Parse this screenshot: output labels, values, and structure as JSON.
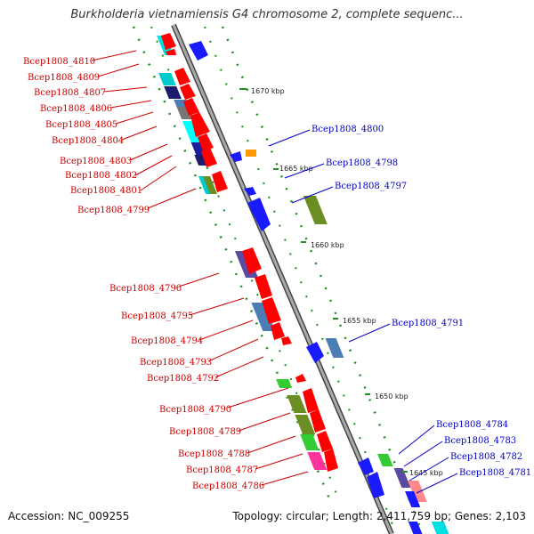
{
  "header": {
    "title": "Burkholderia vietnamiensis G4 chromosome 2, complete sequenc..."
  },
  "footer": {
    "accession": "Accession: NC_009255",
    "summary": "Topology: circular; Length: 2,411,759 bp; Genes: 2,103"
  },
  "scale_labels": [
    "1670 kbp",
    "1665 kbp",
    "1660 kbp",
    "1655 kbp",
    "1650 kbp",
    "1645 kbp"
  ],
  "genes_left": [
    "Bcep1808_4810",
    "Bcep1808_4809",
    "Bcep1808_4807",
    "Bcep1808_4806",
    "Bcep1808_4805",
    "Bcep1808_4804",
    "Bcep1808_4803",
    "Bcep1808_4802",
    "Bcep1808_4801",
    "Bcep1808_4799",
    "Bcep1808_4796",
    "Bcep1808_4795",
    "Bcep1808_4794",
    "Bcep1808_4793",
    "Bcep1808_4792",
    "Bcep1808_4790",
    "Bcep1808_4789",
    "Bcep1808_4788",
    "Bcep1808_4787",
    "Bcep1808_4786"
  ],
  "genes_right": [
    "Bcep1808_4800",
    "Bcep1808_4798",
    "Bcep1808_4797",
    "Bcep1808_4791",
    "Bcep1808_4784",
    "Bcep1808_4783",
    "Bcep1808_4782",
    "Bcep1808_4781"
  ],
  "colors": {
    "forward_strand": "#ff0000",
    "reverse_strand": "#1a1aff",
    "backbone": "#888888",
    "tick": "#228b22",
    "label_left": "#cc0000",
    "label_right": "#0000cc",
    "cog_green": "#6b8e23",
    "cog_navy": "#1c1c6e",
    "cog_cyan": "#00e0e0",
    "cog_purple": "#5a4aa0",
    "cog_steel": "#4a7eb5",
    "cog_orange": "#ff9900",
    "cog_lime": "#33cc33",
    "cog_pink": "#ff3399",
    "cog_grey": "#777777",
    "cog_salmon": "#ff8888"
  }
}
